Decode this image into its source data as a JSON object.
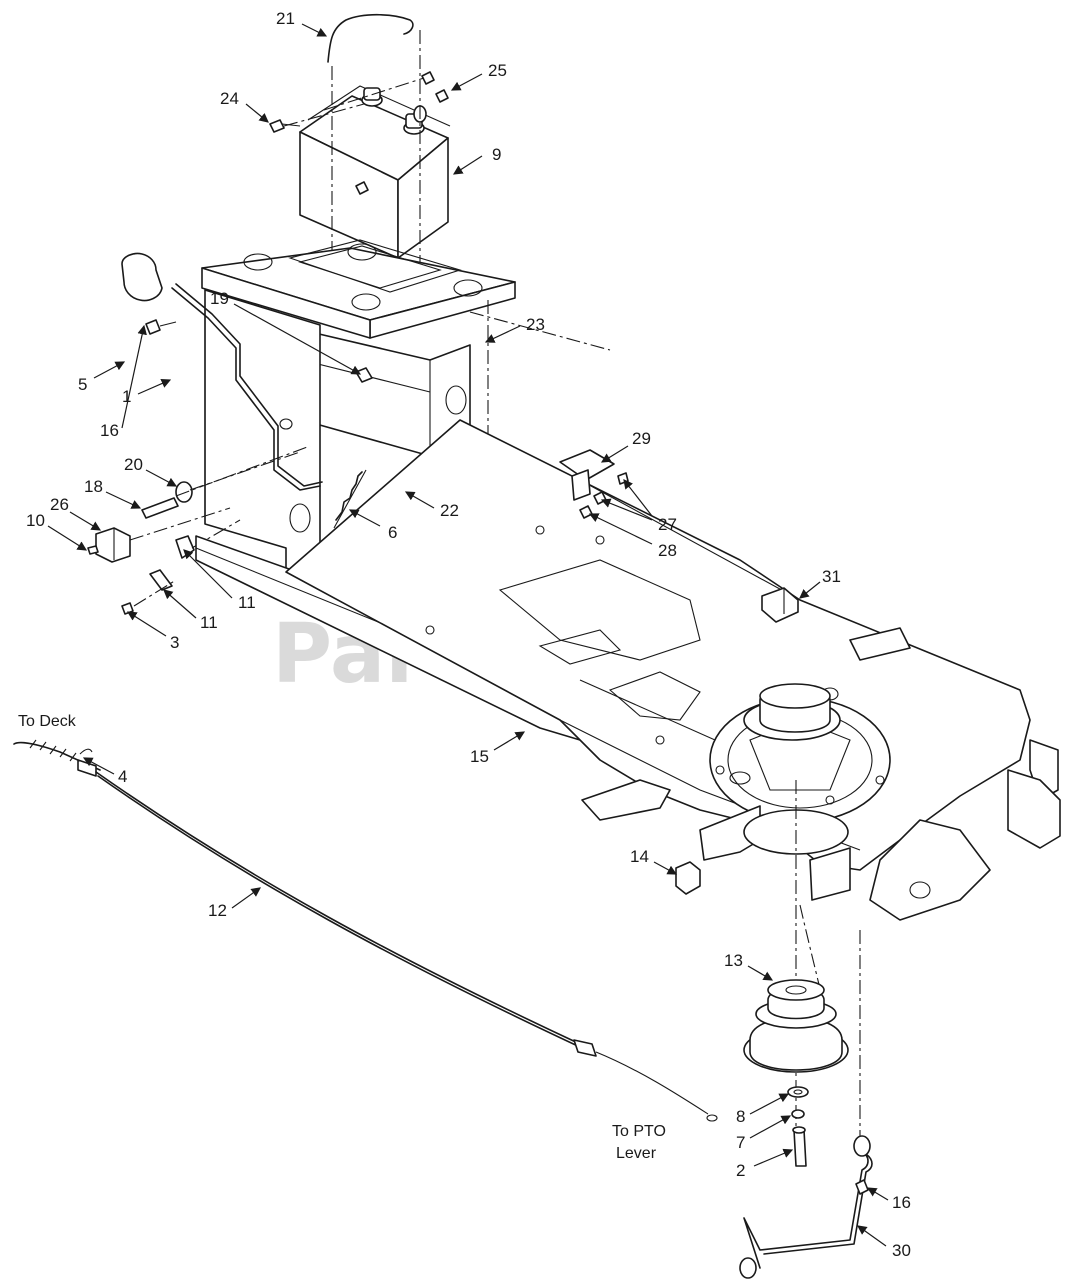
{
  "watermark": {
    "text": "PartsTree",
    "mark": "™"
  },
  "notes": {
    "to_deck": "To Deck",
    "to_pto_line1": "To PTO",
    "to_pto_line2": "Lever"
  },
  "callouts": {
    "c21": "21",
    "c25": "25",
    "c24": "24",
    "c9": "9",
    "c19": "19",
    "c23": "23",
    "c5": "5",
    "c1": "1",
    "c16a": "16",
    "c20": "20",
    "c18": "18",
    "c26": "26",
    "c10": "10",
    "c6": "6",
    "c22": "22",
    "c29": "29",
    "c27": "27",
    "c28": "28",
    "c11a": "11",
    "c11b": "11",
    "c3": "3",
    "c31": "31",
    "c4": "4",
    "c15": "15",
    "c14": "14",
    "c12": "12",
    "c13": "13",
    "c8": "8",
    "c7": "7",
    "c2": "2",
    "c16b": "16",
    "c30": "30"
  }
}
